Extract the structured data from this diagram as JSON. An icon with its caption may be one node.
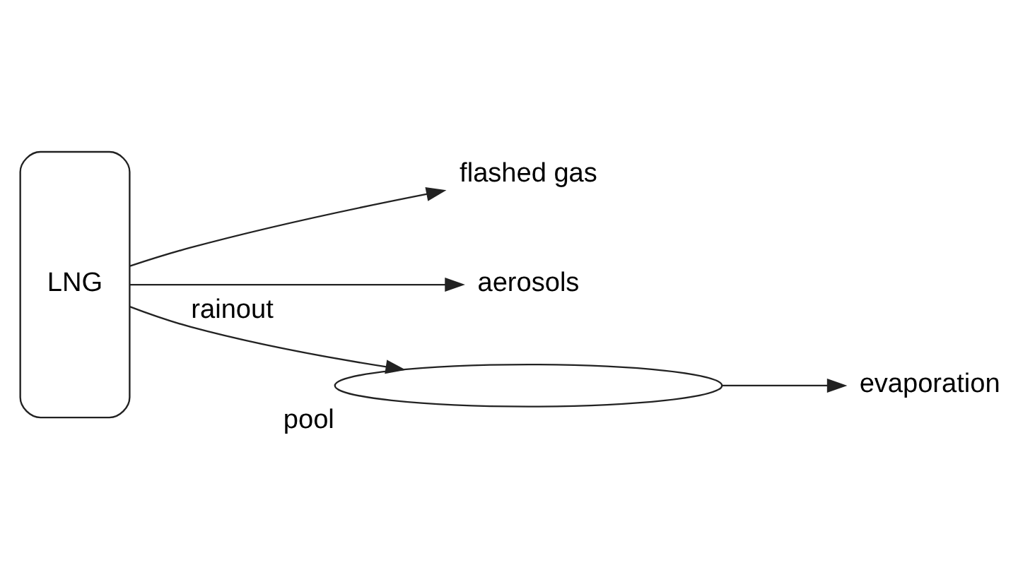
{
  "diagram": {
    "nodes": [
      {
        "text": [
          "LNG"
        ]
      },
      {
        "text": [
          "flashed gas"
        ]
      },
      {
        "text": [
          "aerosols"
        ]
      },
      {
        "text": [],
        "shape": "ellipse",
        "beside": [
          "pool"
        ]
      },
      {
        "text": [
          "evaporation"
        ]
      }
    ],
    "edges": [
      {
        "from": 0,
        "to": 1,
        "arrow": "to"
      },
      {
        "from": 0,
        "to": 2,
        "arrow": "to"
      },
      {
        "from": 0,
        "to": 3,
        "arrow": "to",
        "label": "rainout"
      },
      {
        "from": 3,
        "to": 4,
        "arrow": "to"
      }
    ]
  }
}
